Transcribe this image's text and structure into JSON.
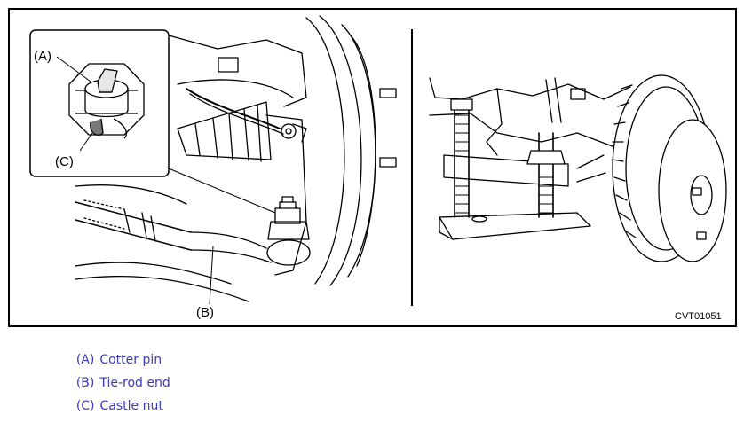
{
  "figure": {
    "callouts": {
      "a": "(A)",
      "b": "(B)",
      "c": "(C)"
    },
    "code": "CVT01051"
  },
  "legend": [
    {
      "key": "(A)",
      "text": "Cotter pin"
    },
    {
      "key": "(B)",
      "text": "Tie-rod end"
    },
    {
      "key": "(C)",
      "text": "Castle nut"
    }
  ]
}
